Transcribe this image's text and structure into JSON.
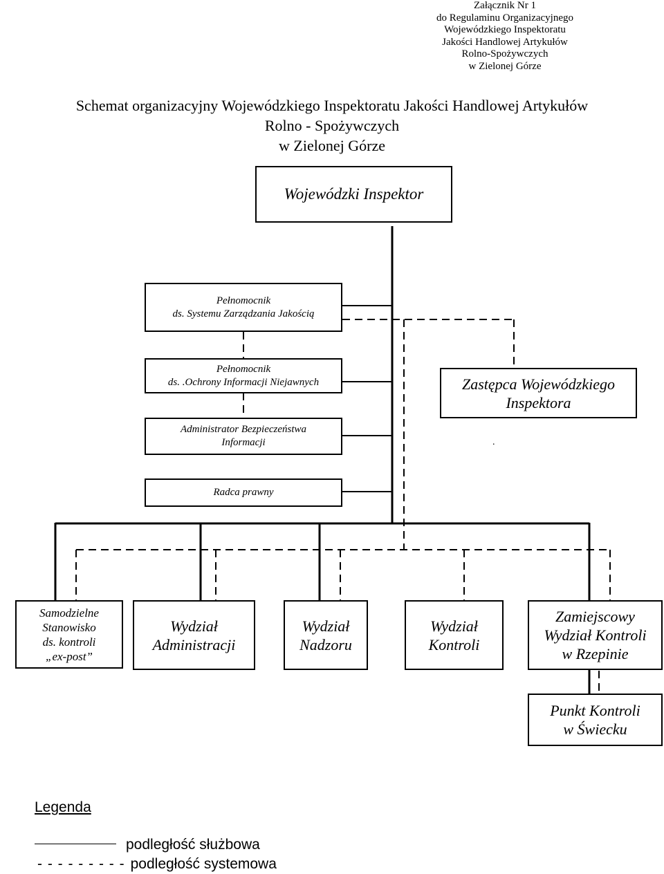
{
  "annex": {
    "line1": "Załącznik Nr 1",
    "line2": "do Regulaminu Organizacyjnego",
    "line3": "Wojewódzkiego Inspektoratu",
    "line4": "Jakości Handlowej Artykułów",
    "line5": "Rolno-Spożywczych",
    "line6": "w Zielonej Górze"
  },
  "title": {
    "line1": "Schemat organizacyjny Wojewódzkiego Inspektoratu Jakości Handlowej Artykułów",
    "line2": "Rolno - Spożywczych",
    "line3": "w Zielonej Górze"
  },
  "boxes": {
    "inspector": "Wojewódzki Inspektor",
    "quality_l1": "Pełnomocnik",
    "quality_l2": "ds. Systemu Zarządzania Jakością",
    "classified_l1": "Pełnomocnik",
    "classified_l2": "ds. .Ochrony Informacji Niejawnych",
    "security_l1": "Administrator Bezpieczeństwa",
    "security_l2": "Informacji",
    "legal": "Radca prawny",
    "deputy_l1": "Zastępca Wojewódzkiego",
    "deputy_l2": "Inspektora",
    "expost_l1": "Samodzielne",
    "expost_l2": "Stanowisko",
    "expost_l3": "ds. kontroli",
    "expost_l4": "„ex-post”",
    "admin_l1": "Wydział",
    "admin_l2": "Administracji",
    "supervision_l1": "Wydział",
    "supervision_l2": "Nadzoru",
    "control_l1": "Wydział",
    "control_l2": "Kontroli",
    "local_l1": "Zamiejscowy",
    "local_l2": "Wydział Kontroli",
    "local_l3": "w Rzepinie",
    "point_l1": "Punkt Kontroli",
    "point_l2": "w Świecku"
  },
  "deputy_dot": ".",
  "legend": {
    "title": "Legenda",
    "solid_label": "podległość służbowa",
    "dashed_marker": "- - - - - - - - -",
    "dashed_label": "podległość systemowa"
  }
}
